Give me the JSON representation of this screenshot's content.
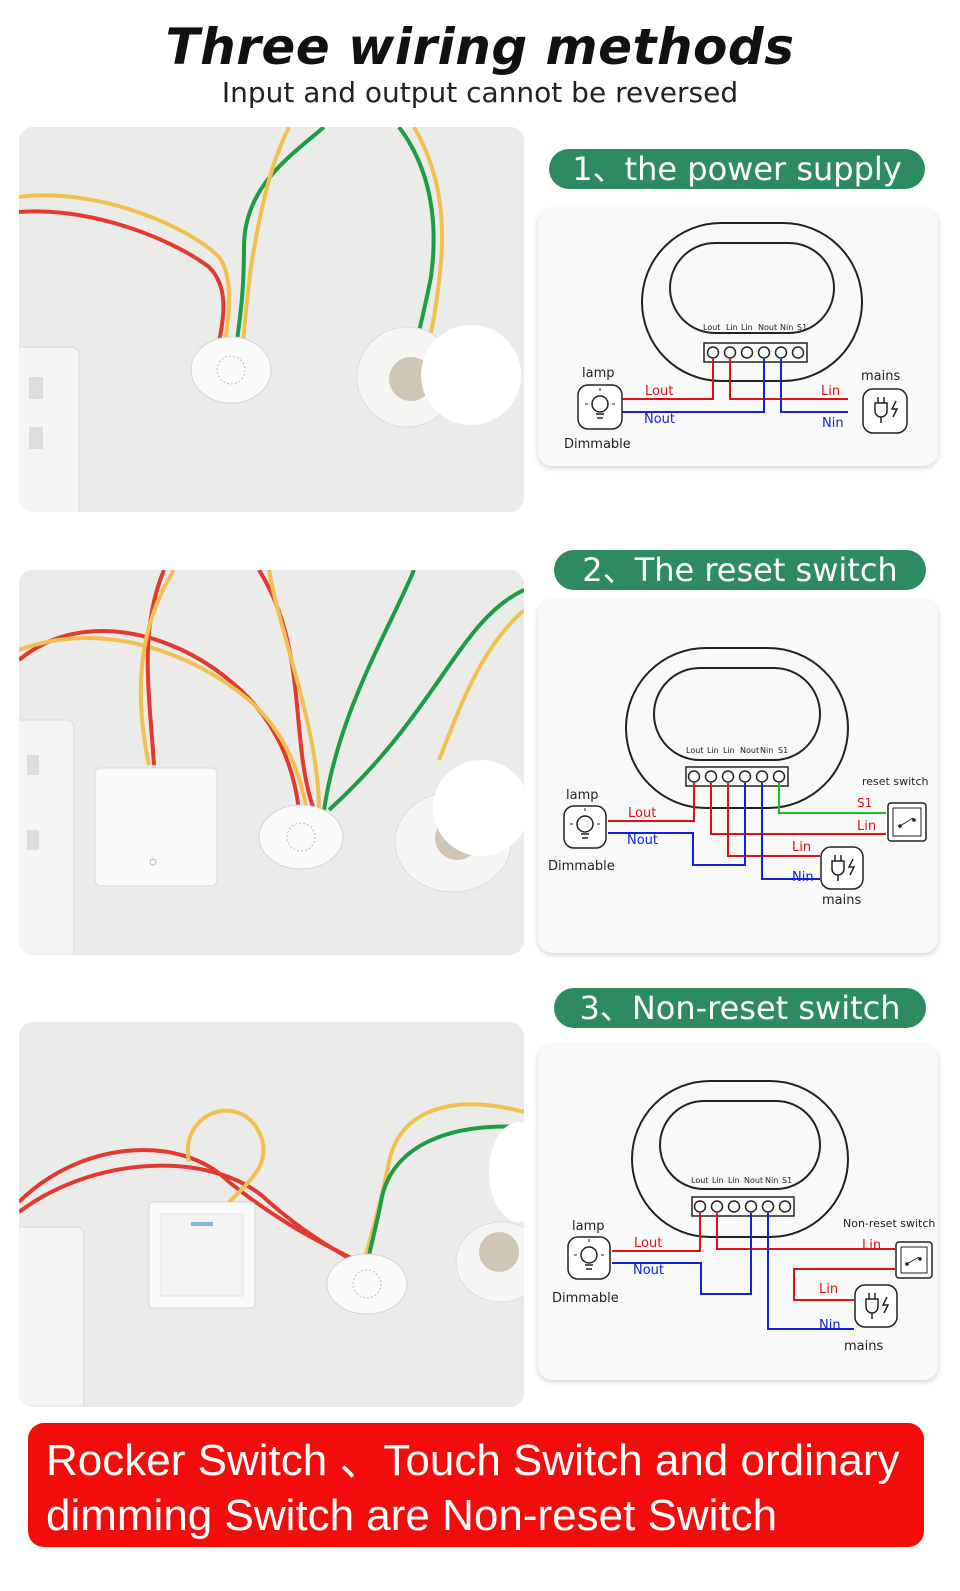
{
  "header": {
    "title": "Three wiring methods",
    "subtitle": "Input and output cannot be reversed"
  },
  "sections": [
    {
      "label": "1、the power supply"
    },
    {
      "label": "2、The reset switch"
    },
    {
      "label": "3、Non-reset switch"
    }
  ],
  "diagram": {
    "terminals": [
      "Lout",
      "Lin",
      "Lin",
      "Nout",
      "Nin",
      "S1"
    ],
    "lamp_label": "lamp",
    "dimmable_label": "Dimmable",
    "mains_label": "mains",
    "lout": "Lout",
    "nout": "Nout",
    "lin": "Lin",
    "nin": "Nin",
    "s1": "S1",
    "reset_switch_label": "reset switch",
    "nonreset_switch_label": "Non-reset switch"
  },
  "banner": {
    "line1": "Rocker Switch 、Touch Switch and ordinary",
    "line2": "dimming Switch are Non-reset Switch"
  },
  "colors": {
    "green_pill": "#2e8b61",
    "banner_red": "#f20c0c",
    "wire_red": "#e0101a",
    "wire_blue": "#1320d8",
    "wire_green": "#18c21b",
    "wire_yellow": "#f2c050",
    "wire_green_photo": "#1e9b45"
  }
}
